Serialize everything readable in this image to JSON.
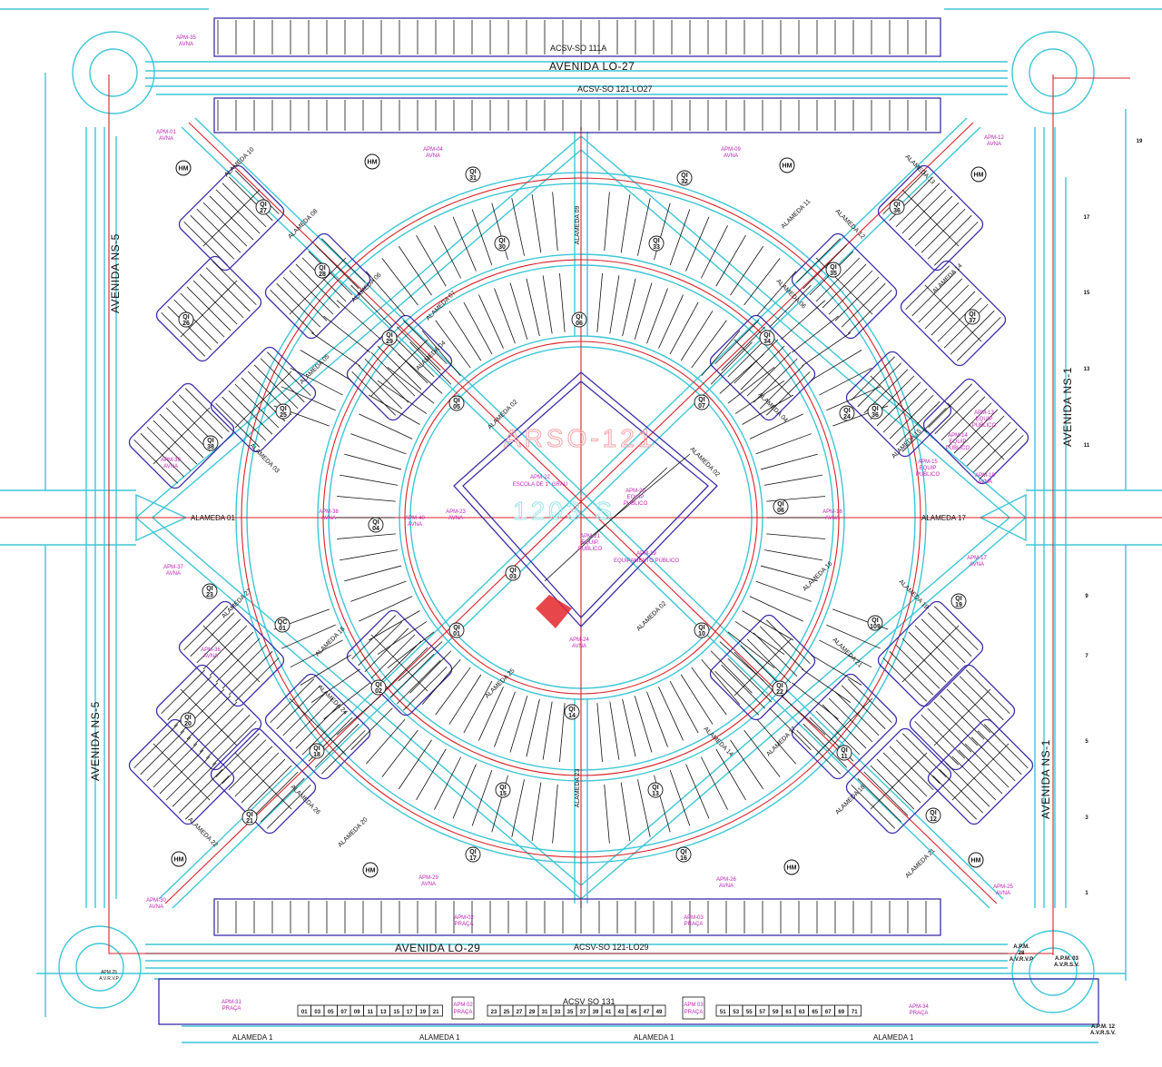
{
  "map": {
    "avenues": {
      "north": "AVENIDA  LO-27",
      "south": "AVENIDA  LO-29",
      "west_upper": "AVENIDA  NS-5",
      "west_lower": "AVENIDA  NS-5",
      "east_upper": "AVENIDA  NS-1",
      "east_lower": "AVENIDA  NS-1"
    },
    "access_roads": {
      "top": "ACSV-SO  111A",
      "upper": "ACSV-SO  121-LO27",
      "lower": "ACSV-SO  121-LO29",
      "bottom": "ACSV  SO  131"
    },
    "center_labels": {
      "arso": "ARSO-121",
      "code": "1203  S",
      "school": [
        "APM-22",
        "ESCOLA DE 1° GRAU"
      ],
      "equip20": [
        "APM-20",
        "EQUIP",
        "PÚBLICO"
      ],
      "equip21": [
        "APM-21",
        "EQUIP.",
        "PÚBLICO"
      ],
      "equip19": [
        "APM-19",
        "EQUIPAMENTO PÚBLICO"
      ]
    },
    "alamedas": {
      "left": "ALAMEDA  01",
      "right": "ALAMEDA  17",
      "bottom": [
        "ALAMEDA  1",
        "ALAMEDA  1",
        "ALAMEDA  1",
        "ALAMEDA  1"
      ]
    },
    "diagonal_streets": [
      "ALAMEDA 10",
      "ALAMEDA 08",
      "ALAMEDA 06",
      "ALAMEDA 07",
      "ALAMEDA 05",
      "ALAMEDA 04",
      "ALAMEDA 02",
      "ALAMEDA 03",
      "ALAMEDA 09",
      "ALAMEDA 11",
      "ALAMEDA 12",
      "ALAMEDA 13",
      "ALAMEDA 14",
      "ALAMEDA 15",
      "ALAMEDA 06",
      "ALAMEDA 04",
      "ALAMEDA 02",
      "ALAMEDA 16",
      "ALAMEDA 19",
      "ALAMEDA 21",
      "ALAMEDA 02",
      "ALAMEDA 25",
      "ALAMEDA 23",
      "ALAMEDA 27",
      "ALAMEDA 18",
      "ALAMEDA 24",
      "ALAMEDA 26",
      "ALAMEDA 22",
      "ALAMEDA 20",
      "ALAMEDA 21",
      "ALAMEDA 18",
      "ALAMEDA 14",
      "ALAMEDA 17"
    ],
    "apm_areas": [
      {
        "t": [
          "APM-35",
          "AVNA"
        ]
      },
      {
        "t": [
          "APM-01",
          "AVNA"
        ]
      },
      {
        "t": [
          "APM-04",
          "AVNA"
        ]
      },
      {
        "t": [
          "APM-09",
          "AVNA"
        ]
      },
      {
        "t": [
          "APM-12",
          "AVNA"
        ]
      },
      {
        "t": [
          "APM-39",
          "AVNA"
        ]
      },
      {
        "t": [
          "APM-38",
          "AVNA"
        ]
      },
      {
        "t": [
          "APM-40",
          "AVNA"
        ]
      },
      {
        "t": [
          "APM-23",
          "AVNA"
        ]
      },
      {
        "t": [
          "APM-37",
          "AVNA"
        ]
      },
      {
        "t": [
          "APM-36",
          "AVNA"
        ]
      },
      {
        "t": [
          "APM-30",
          "AVNA"
        ]
      },
      {
        "t": [
          "APM-29",
          "AVNA"
        ]
      },
      {
        "t": [
          "APM-26",
          "AVNA"
        ]
      },
      {
        "t": [
          "APM-25",
          "AVNA"
        ]
      },
      {
        "t": [
          "APM-17",
          "AVNA"
        ]
      },
      {
        "t": [
          "APM-16",
          "AVNA"
        ]
      },
      {
        "t": [
          "APM-18",
          "AVNA"
        ]
      },
      {
        "t": [
          "APM-13",
          "EQUIP",
          "PÚBLICO"
        ]
      },
      {
        "t": [
          "APM-14",
          "EQUIP",
          "PÚBLICO"
        ]
      },
      {
        "t": [
          "APM-15",
          "EQUIP",
          "PÚBLICO"
        ]
      },
      {
        "t": [
          "APM-24",
          "AVNA"
        ]
      },
      {
        "t": [
          "APM-02",
          "PRAÇA"
        ]
      },
      {
        "t": [
          "APM-03",
          "PRAÇA"
        ]
      },
      {
        "t": [
          "APM-31",
          "PRAÇA"
        ]
      },
      {
        "t": [
          "APM-34",
          "PRAÇA"
        ]
      }
    ],
    "qi_blocks": [
      "QI 27",
      "QI 28",
      "QI 31",
      "QI 30",
      "QI 32",
      "QI 33",
      "QI 35",
      "QI 36",
      "QI 26",
      "QI 29",
      "QI 06",
      "QI 34",
      "QI 37",
      "QI 25",
      "QI 05",
      "QI 07",
      "QI 38",
      "QI 24",
      "QI 04",
      "QI 06",
      "QI 36",
      "QI 23",
      "QC 01",
      "QI 03",
      "QI 01",
      "QI 10",
      "QI 109",
      "QI 19",
      "QI 02",
      "QI 14",
      "QI 22",
      "QI 20",
      "QI 18",
      "QI 15",
      "QI 13",
      "QI 11",
      "QI 21",
      "QI 17",
      "QI 16",
      "QI 12"
    ],
    "hm_markers": [
      "HM",
      "HM",
      "HM",
      "HM",
      "HM",
      "HM",
      "HM",
      "HM"
    ],
    "bottom_lots_left": [
      "01",
      "03",
      "05",
      "07",
      "09",
      "11",
      "13",
      "15",
      "17",
      "19",
      "21"
    ],
    "bottom_lots_mid": [
      "23",
      "25",
      "27",
      "29",
      "31",
      "33",
      "35",
      "37",
      "39",
      "41",
      "43",
      "45",
      "47",
      "49"
    ],
    "bottom_lots_right": [
      "51",
      "53",
      "55",
      "57",
      "59",
      "61",
      "63",
      "65",
      "67",
      "69",
      "71"
    ],
    "apm_praca_bottom": [
      [
        "APM 02",
        "PRAÇA"
      ],
      [
        "APM 03",
        "PRAÇA"
      ]
    ],
    "corner_labels": {
      "sw": [
        "APM 25",
        "A.V.R.V.P"
      ],
      "se1": [
        "A.P.M.",
        "28",
        "A.V.R.V.P"
      ],
      "se2": [
        "A.P.M. 03",
        "A.V.R.S.V."
      ],
      "se3": [
        "A.P.M. 12",
        "A.V.R.S.V."
      ]
    },
    "east_numbers": [
      "19",
      "17",
      "15",
      "13",
      "11",
      "9",
      "7",
      "5",
      "3",
      "1"
    ],
    "colors": {
      "road": "#3ec6d6",
      "axis": "#d9222a",
      "block": "#3b2ea8",
      "apm_text": "#c021b8",
      "highlight": "#e3262b"
    }
  }
}
